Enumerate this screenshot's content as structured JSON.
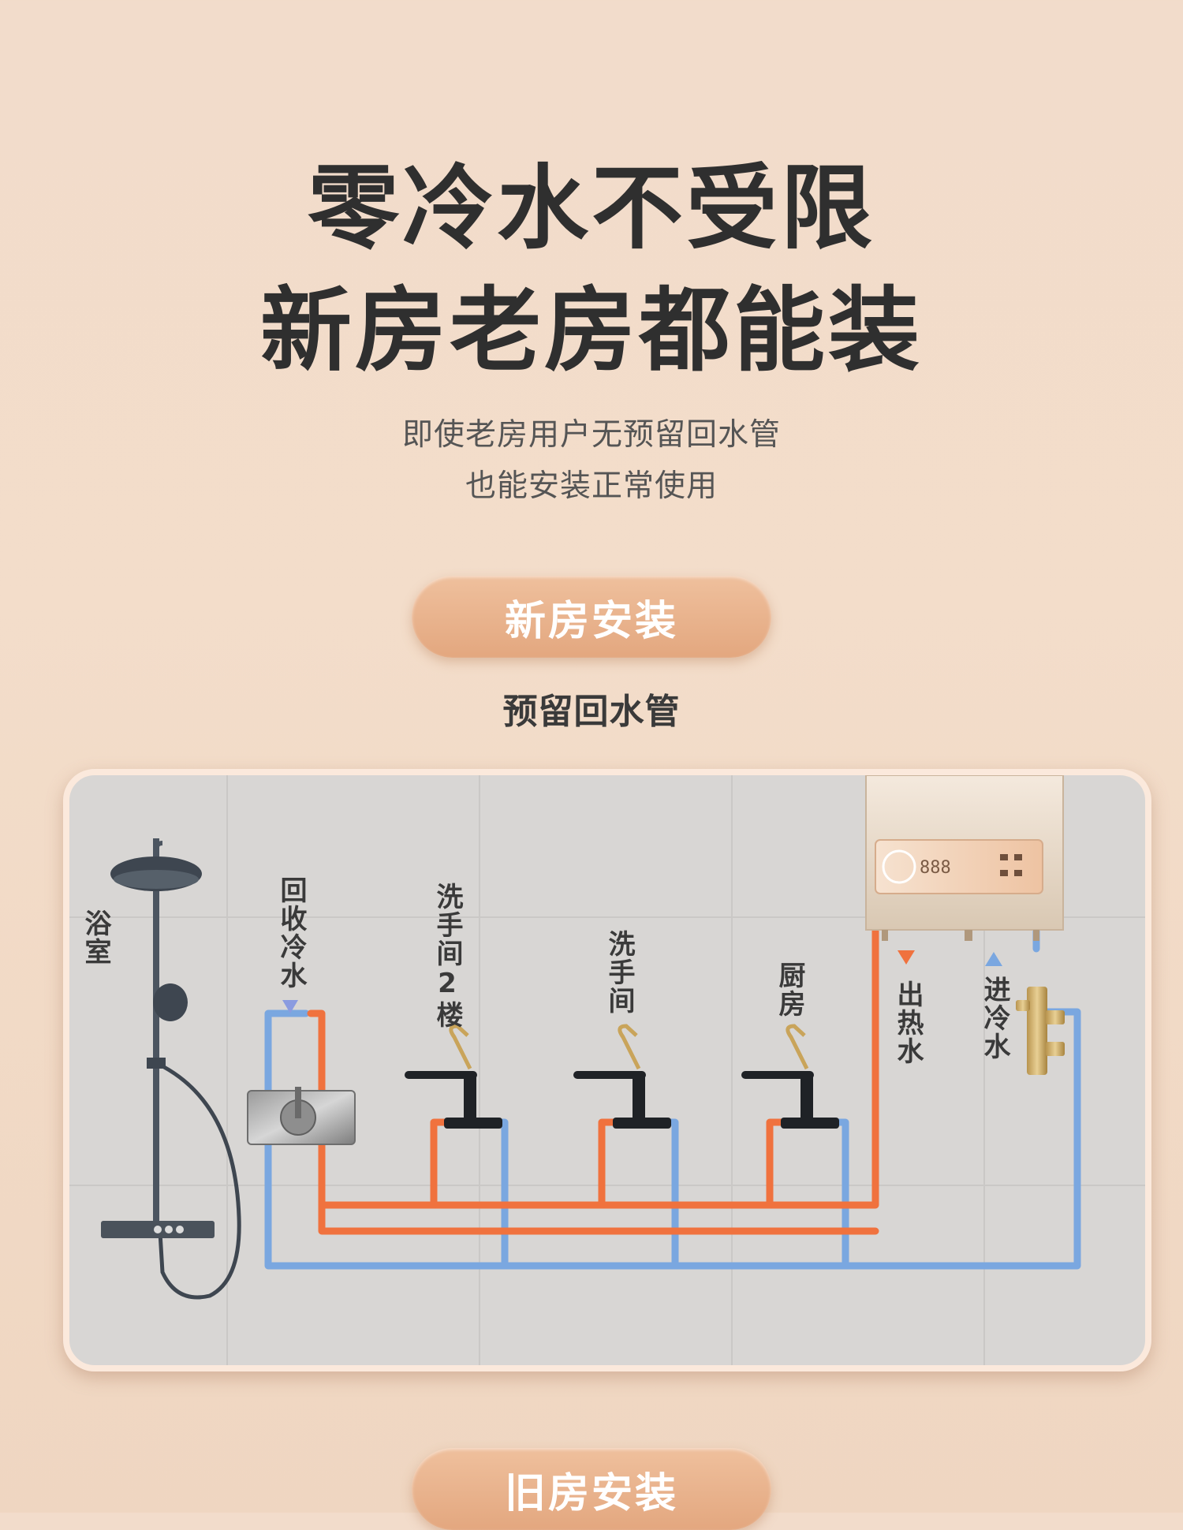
{
  "title_line1": "零冷水不受限",
  "title_line2": "新房老房都能装",
  "subtitle_line1": "即使老房用户无预留回水管",
  "subtitle_line2": "也能安装正常使用",
  "section_new": "新房安装",
  "section_new_caption": "预留回水管",
  "section_old": "旧房安装",
  "diagram": {
    "labels": {
      "bathroom": "浴室",
      "recycle_cold": "回收冷水",
      "washroom_2f": "洗手间2楼",
      "washroom": "洗手间",
      "kitchen": "厨房",
      "hot_out": "出热水",
      "cold_in": "进冷水"
    },
    "colors": {
      "hot_pipe": "#f0723e",
      "cold_pipe": "#7aa7e0",
      "panel_wall": "#d8d6d4"
    }
  }
}
